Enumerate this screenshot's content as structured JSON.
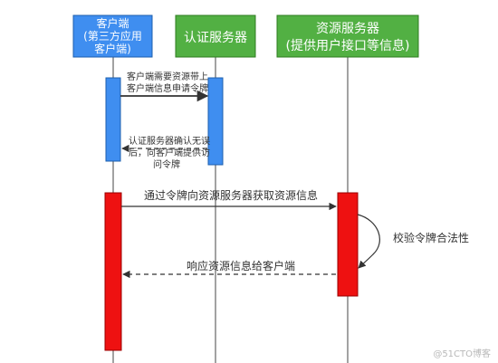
{
  "participants": {
    "client": {
      "lines": [
        "客户端",
        "(第三方应用",
        "客户端)"
      ],
      "fill": "#3f8ef0",
      "stroke": "#1c5fae"
    },
    "auth": {
      "lines": [
        "认证服务器"
      ],
      "fill": "#52b043",
      "stroke": "#2f7d22"
    },
    "resource": {
      "lines": [
        "资源服务器",
        "(提供用户接口等信息)"
      ],
      "fill": "#52b043",
      "stroke": "#2f7d22"
    }
  },
  "activations": {
    "client_blue_fill": "#3f8ef0",
    "client_red_fill": "#ee1111",
    "auth_blue_fill": "#3f8ef0",
    "resource_red_fill": "#ee1111"
  },
  "messages": {
    "request_token": [
      "客户端需要资源带上",
      "客户端信息申请令牌"
    ],
    "issue_token": [
      "认证服务器确认无误",
      "后，向客户端提供访",
      "问令牌"
    ],
    "fetch_resource": [
      "通过令牌向资源服务器获取资源信息"
    ],
    "verify_token": [
      "校验令牌合法性"
    ],
    "return_resource": [
      "响应资源信息给客户端"
    ]
  },
  "watermark": "@51CTO博客"
}
